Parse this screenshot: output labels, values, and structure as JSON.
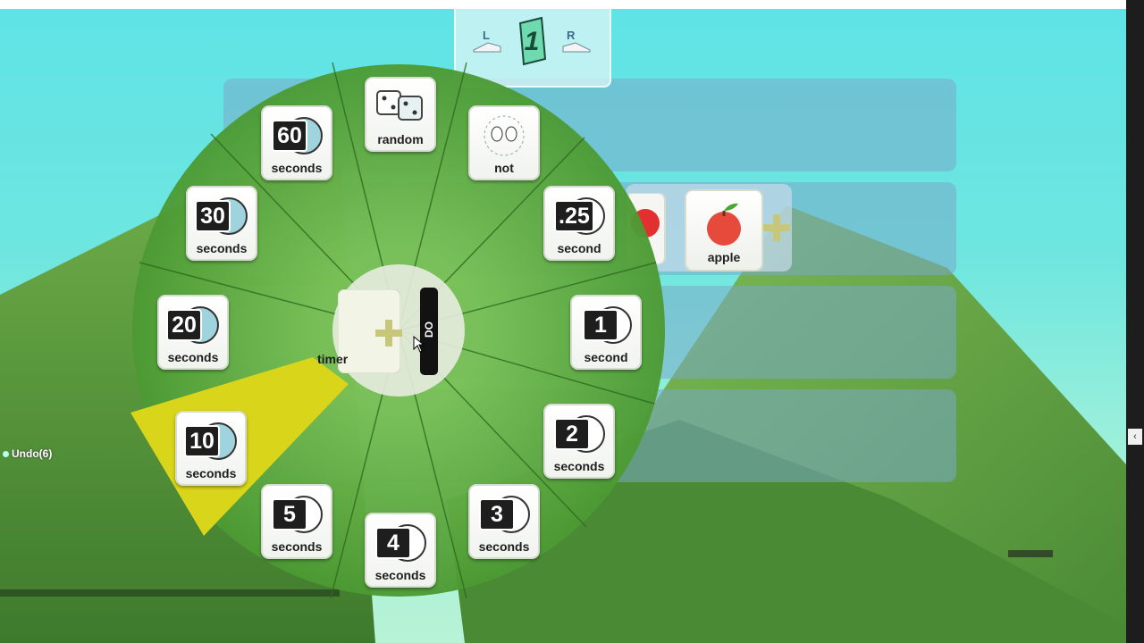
{
  "undo": {
    "label": "Undo(6)"
  },
  "page_tabs": {
    "left_label": "L",
    "right_label": "R",
    "current_page": "1"
  },
  "code_row": {
    "partial_label": "timer",
    "do_label": "DO",
    "apple_label": "apple"
  },
  "pie_menu": {
    "selected": "10 seconds",
    "items": [
      {
        "badge": "60",
        "label": "seconds",
        "icon": "clock-60-icon"
      },
      {
        "badge": "",
        "label": "random",
        "icon": "dice-icon"
      },
      {
        "badge": "",
        "label": "not",
        "icon": "not-eyes-icon"
      },
      {
        "badge": ".25",
        "label": "second",
        "icon": "clock-quarter-icon"
      },
      {
        "badge": "1",
        "label": "second",
        "icon": "clock-1-icon"
      },
      {
        "badge": "2",
        "label": "seconds",
        "icon": "clock-2-icon"
      },
      {
        "badge": "3",
        "label": "seconds",
        "icon": "clock-3-icon"
      },
      {
        "badge": "4",
        "label": "seconds",
        "icon": "clock-4-icon"
      },
      {
        "badge": "5",
        "label": "seconds",
        "icon": "clock-5-icon"
      },
      {
        "badge": "10",
        "label": "seconds",
        "icon": "clock-10-icon"
      },
      {
        "badge": "20",
        "label": "seconds",
        "icon": "clock-20-icon"
      },
      {
        "badge": "30",
        "label": "seconds",
        "icon": "clock-30-icon"
      }
    ]
  },
  "colors": {
    "wheel_green": "#5aa83c",
    "wheel_dark": "#3f8a2a",
    "highlight_yellow": "#d9d51a",
    "sky": "#5fe3e6"
  }
}
